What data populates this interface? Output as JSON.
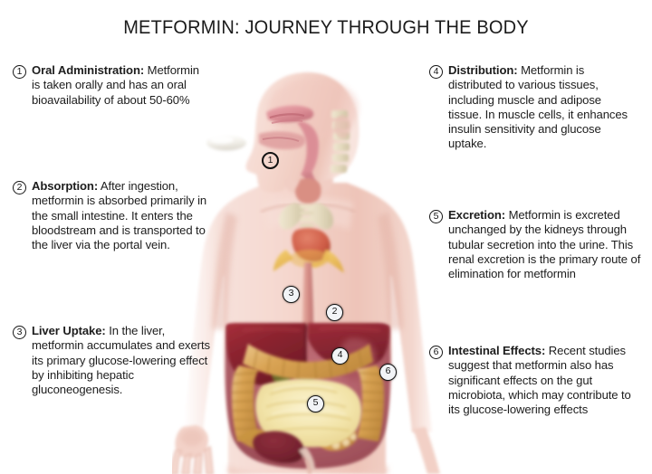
{
  "title": "METFORMIN: JOURNEY THROUGH THE BODY",
  "callouts": [
    {
      "number": "1",
      "label": "Oral Administration:",
      "text": " Metformin is taken orally and has an oral bioavailability of about 50-60%"
    },
    {
      "number": "2",
      "label": "Absorption:",
      "text": " After ingestion, metformin is absorbed primarily in the small intestine. It enters the bloodstream and is transported to the liver via the portal vein."
    },
    {
      "number": "3",
      "label": "Liver Uptake:",
      "text": " In the liver, metformin accumulates and exerts its primary glucose-lowering effect by inhibiting hepatic gluconeogenesis."
    },
    {
      "number": "4",
      "label": "Distribution:",
      "text": " Metformin is distributed to various tissues, including muscle and adipose tissue. In muscle cells, it enhances insulin sensitivity and glucose uptake."
    },
    {
      "number": "5",
      "label": "Excretion:",
      "text": " Metformin is excreted unchanged by the kidneys through tubular secretion into the urine. This renal excretion is the primary route of elimination for metformin"
    },
    {
      "number": "6",
      "label": "Intestinal Effects:",
      "text": " Recent studies suggest that metformin also has significant effects on the gut microbiota, which may contribute to its glucose-lowering effects"
    }
  ],
  "markers": [
    {
      "number": "1",
      "target": "mouth-oral-cavity"
    },
    {
      "number": "2",
      "target": "small-intestine-absorption"
    },
    {
      "number": "3",
      "target": "liver"
    },
    {
      "number": "4",
      "target": "small-intestine-coils"
    },
    {
      "number": "5",
      "target": "bladder-urinary-tract"
    },
    {
      "number": "6",
      "target": "large-intestine-colon"
    }
  ],
  "illustration": {
    "subject": "human-upper-body-anatomy",
    "pill": "metformin-tablet",
    "colors": {
      "background": "#ffffff",
      "skin": "#f3d3c9",
      "skin_shadow": "#e0b0a4",
      "liver": "#8b2633",
      "liver_light": "#a8303c",
      "colon": "#d9a353",
      "colon_light": "#e8c085",
      "small_intestine": "#f2e3a8",
      "stomach_cavity": "#b05a63",
      "bladder": "#7b2433",
      "heart": "#d4664a",
      "trachea": "#e8dcc0",
      "spine": "#e3d9bd",
      "pill": "#f4f3ef",
      "marker_fill": "#f2f4f7",
      "marker_stroke": "#131313",
      "text": "#1d1d1d"
    }
  }
}
